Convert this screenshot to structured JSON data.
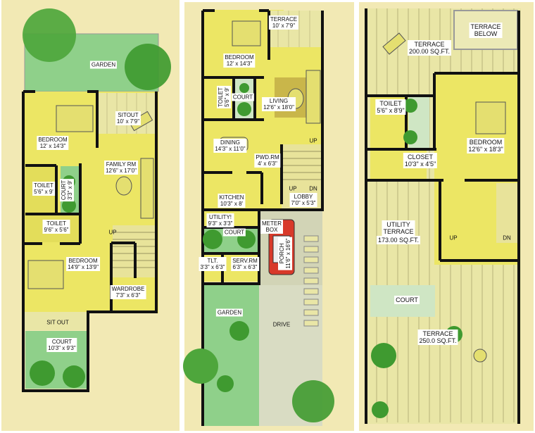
{
  "colors": {
    "background": "#f2e9b4",
    "room_yellow": "#ece664",
    "terrace": "#e9e6a6",
    "garden_green": "#8fd08a",
    "tree_green": "#4ea63c",
    "wall": "#111111",
    "car_red": "#d8392a",
    "drive": "#d9dcc3"
  },
  "panels": [
    {
      "labels": [
        {
          "name": "GARDEN"
        },
        {
          "name": "SITOUT",
          "size": "10' x 7'9\""
        },
        {
          "name": "BEDROOM",
          "size": "12' x 14'3\""
        },
        {
          "name": "FAMILY RM",
          "size": "12'6\" x 17'0\""
        },
        {
          "name": "TOILET",
          "size": "5'6\" x 9'"
        },
        {
          "name": "COURT",
          "size": "3'3\" x 9'"
        },
        {
          "name": "TOILET",
          "size": "9'6\" x 5'6\""
        },
        {
          "name": "UP"
        },
        {
          "name": "BEDROOM",
          "size": "14'9\" x 13'9\""
        },
        {
          "name": "WARDROBE",
          "size": "7'3\" x 6'3\""
        },
        {
          "name": "SIT OUT"
        },
        {
          "name": "COURT",
          "size": "10'3\" x 9'3\""
        }
      ]
    },
    {
      "labels": [
        {
          "name": "TERRACE",
          "size": "10' x 7'9\""
        },
        {
          "name": "BEDROOM",
          "size": "12' x 14'3\""
        },
        {
          "name": "TOILET",
          "size": "5'6\" x 9'"
        },
        {
          "name": "COURT"
        },
        {
          "name": "LIVING",
          "size": "12'6\" x 18'0\""
        },
        {
          "name": "DINING",
          "size": "14'3\" x 11'0\""
        },
        {
          "name": "UP"
        },
        {
          "name": "PWD.RM",
          "size": "4' x 6'3\""
        },
        {
          "name": "UP"
        },
        {
          "name": "DN"
        },
        {
          "name": "KITCHEN",
          "size": "10'3\" x 8'"
        },
        {
          "name": "LOBBY",
          "size": "7'0\" x 5'3\""
        },
        {
          "name": "UTILITY!",
          "size": "9'3\" x 3'3\""
        },
        {
          "name": "METER",
          "size": "BOX"
        },
        {
          "name": "COURT"
        },
        {
          "name": "PORCH",
          "size": "11'6\" x 16'6\""
        },
        {
          "name": "TLT.",
          "size": "3'3\" x 6'3\""
        },
        {
          "name": "SERV.RM",
          "size": "6'3\" x 6'3\""
        },
        {
          "name": "GARDEN"
        },
        {
          "name": "DRIVE"
        }
      ]
    },
    {
      "labels": [
        {
          "name": "TERRACE",
          "size": "BELOW"
        },
        {
          "name": "TERRACE",
          "size": "200.00 SQ.FT."
        },
        {
          "name": "TOILET",
          "size": "5'6\" x 8'9\""
        },
        {
          "name": "BEDROOM",
          "size": "12'6\" x 18'3\""
        },
        {
          "name": "CLOSET",
          "size": "10'3\" x 4'5\""
        },
        {
          "name": "UTILITY",
          "size": "TERRACE"
        },
        {
          "name": "173.00 SQ.FT."
        },
        {
          "name": "UP"
        },
        {
          "name": "DN"
        },
        {
          "name": "COURT"
        },
        {
          "name": "TERRACE",
          "size": "250.0 SQ.FT."
        }
      ]
    }
  ]
}
